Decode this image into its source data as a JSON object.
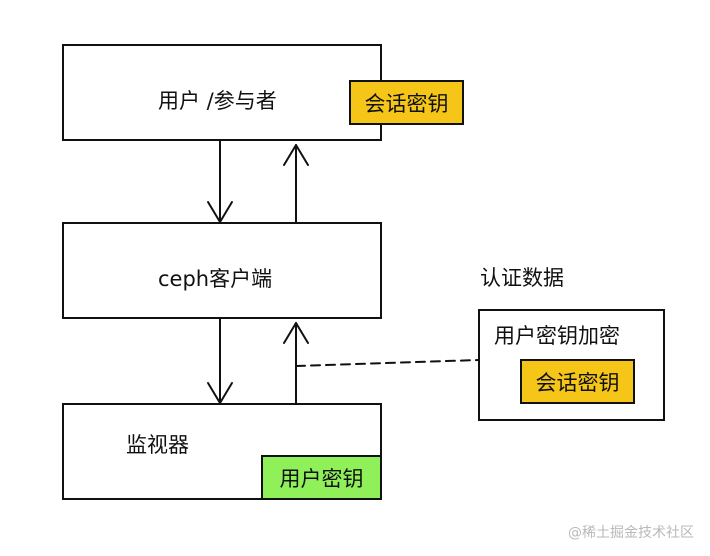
{
  "nodes": {
    "user": {
      "label": "用户 /参与者",
      "tag": "会话密钥",
      "tag_color": "#f5c518"
    },
    "client": {
      "label": "ceph客户端"
    },
    "monitor": {
      "label": "监视器",
      "tag": "用户密钥",
      "tag_color": "#8ff05a"
    }
  },
  "auth": {
    "title": "认证数据",
    "box_label": "用户密钥加密",
    "tag": "会话密钥",
    "tag_color": "#f5c518"
  },
  "watermark": "@稀土掘金技术社区"
}
